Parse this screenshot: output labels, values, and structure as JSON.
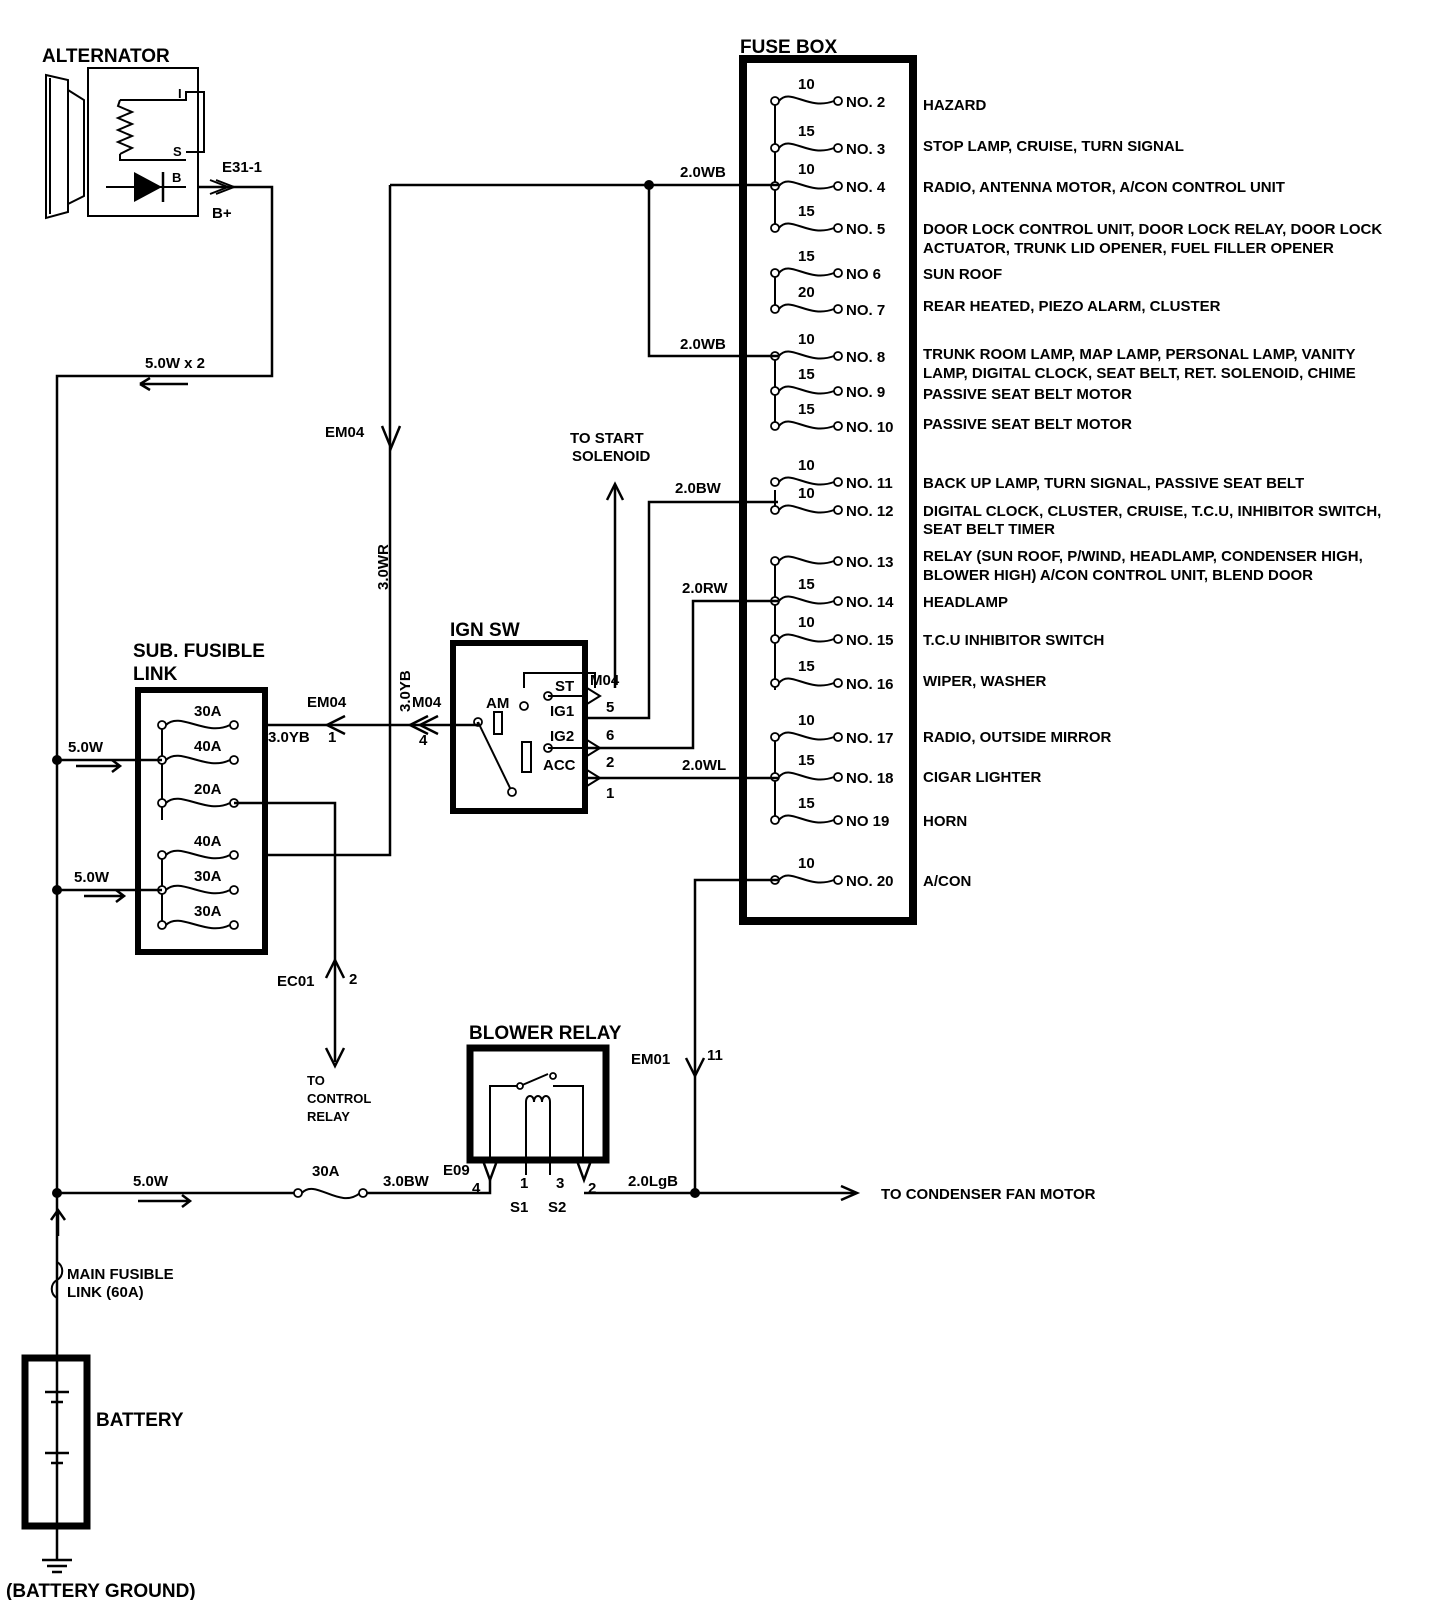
{
  "components": {
    "alternator": {
      "title": "ALTERNATOR",
      "terminals": [
        "I",
        "S",
        "B"
      ],
      "connector": "E31-1",
      "b_plus": "B+"
    },
    "fuse_box": {
      "title": "FUSE BOX"
    },
    "ign_sw": {
      "title": "IGN SW",
      "positions": [
        "AM",
        "ST",
        "IG1",
        "IG2",
        "ACC"
      ],
      "connector": "M04",
      "pins": [
        "5",
        "6",
        "2",
        "1"
      ]
    },
    "sub_fusible_link": {
      "title_line1": "SUB. FUSIBLE",
      "title_line2": "LINK",
      "fuses": [
        "30A",
        "40A",
        "20A",
        "40A",
        "30A",
        "30A"
      ]
    },
    "blower_relay": {
      "title": "BLOWER RELAY",
      "connector": "E09",
      "pins": [
        "4",
        "1",
        "3",
        "2"
      ],
      "switches": [
        "S1",
        "S2"
      ]
    },
    "main_fusible_link": {
      "line1": "MAIN FUSIBLE",
      "line2": "LINK (60A)"
    },
    "battery": {
      "label": "BATTERY",
      "ground": "(BATTERY GROUND)"
    }
  },
  "fuses": [
    {
      "amp": "10",
      "no": "NO. 2",
      "desc": [
        "HAZARD"
      ]
    },
    {
      "amp": "15",
      "no": "NO. 3",
      "desc": [
        "STOP LAMP, CRUISE, TURN SIGNAL"
      ]
    },
    {
      "amp": "10",
      "no": "NO. 4",
      "desc": [
        "RADIO, ANTENNA MOTOR, A/CON CONTROL UNIT"
      ]
    },
    {
      "amp": "15",
      "no": "NO. 5",
      "desc": [
        "DOOR LOCK CONTROL UNIT, DOOR LOCK RELAY, DOOR LOCK",
        "ACTUATOR, TRUNK LID OPENER, FUEL FILLER OPENER"
      ]
    },
    {
      "amp": "15",
      "no": "NO 6",
      "desc": [
        "SUN ROOF"
      ]
    },
    {
      "amp": "20",
      "no": "NO. 7",
      "desc": [
        "REAR HEATED, PIEZO ALARM, CLUSTER"
      ]
    },
    {
      "amp": "10",
      "no": "NO. 8",
      "desc": [
        "TRUNK ROOM LAMP, MAP LAMP, PERSONAL LAMP, VANITY",
        "LAMP, DIGITAL CLOCK, SEAT BELT, RET. SOLENOID, CHIME"
      ]
    },
    {
      "amp": "15",
      "no": "NO. 9",
      "desc": [
        "PASSIVE SEAT BELT MOTOR"
      ]
    },
    {
      "amp": "15",
      "no": "NO. 10",
      "desc": [
        "PASSIVE SEAT BELT MOTOR"
      ]
    },
    {
      "amp": "10",
      "no": "NO. 11",
      "desc": [
        "BACK UP LAMP, TURN SIGNAL, PASSIVE SEAT BELT"
      ]
    },
    {
      "amp": "10",
      "no": "NO. 12",
      "desc": [
        "DIGITAL CLOCK, CLUSTER, CRUISE, T.C.U, INHIBITOR SWITCH,",
        "SEAT BELT TIMER"
      ]
    },
    {
      "amp": "",
      "no": "NO. 13",
      "desc": [
        "RELAY (SUN ROOF, P/WIND, HEADLAMP, CONDENSER HIGH,",
        "BLOWER HIGH) A/CON CONTROL UNIT, BLEND DOOR"
      ]
    },
    {
      "amp": "15",
      "no": "NO. 14",
      "desc": [
        "HEADLAMP"
      ]
    },
    {
      "amp": "10",
      "no": "NO. 15",
      "desc": [
        "T.C.U INHIBITOR SWITCH"
      ]
    },
    {
      "amp": "15",
      "no": "NO. 16",
      "desc": [
        "WIPER, WASHER"
      ]
    },
    {
      "amp": "10",
      "no": "NO. 17",
      "desc": [
        "RADIO, OUTSIDE MIRROR"
      ]
    },
    {
      "amp": "15",
      "no": "NO. 18",
      "desc": [
        "CIGAR LIGHTER"
      ]
    },
    {
      "amp": "15",
      "no": "NO 19",
      "desc": [
        "HORN"
      ]
    },
    {
      "amp": "10",
      "no": "NO. 20",
      "desc": [
        "A/CON"
      ]
    }
  ],
  "wires": {
    "alt_out": "5.0W x 2",
    "wb_top": "2.0WB",
    "wb_mid": "2.0WB",
    "bw": "2.0BW",
    "rw": "2.0RW",
    "wl": "2.0WL",
    "wr": "3.0WR",
    "yb_v": "3.0YB",
    "yb_h": "3.0YB",
    "w_sub1": "5.0W",
    "w_sub2": "5.0W",
    "w_main": "5.0W",
    "bw_relay": "3.0BW",
    "lgb": "2.0LgB",
    "relay_fuse": "30A"
  },
  "connectors": {
    "em04_top": "EM04",
    "em04_mid": "EM04",
    "em04_pin": "1",
    "m04": "M04",
    "m04_pin": "4",
    "ec01": "EC01",
    "ec01_pin": "2",
    "em01": "EM01",
    "em01_pin": "11"
  },
  "destinations": {
    "start_solenoid": [
      "TO START",
      "SOLENOID"
    ],
    "control_relay": [
      "TO",
      "CONTROL",
      "RELAY"
    ],
    "condenser": "TO CONDENSER FAN MOTOR"
  }
}
